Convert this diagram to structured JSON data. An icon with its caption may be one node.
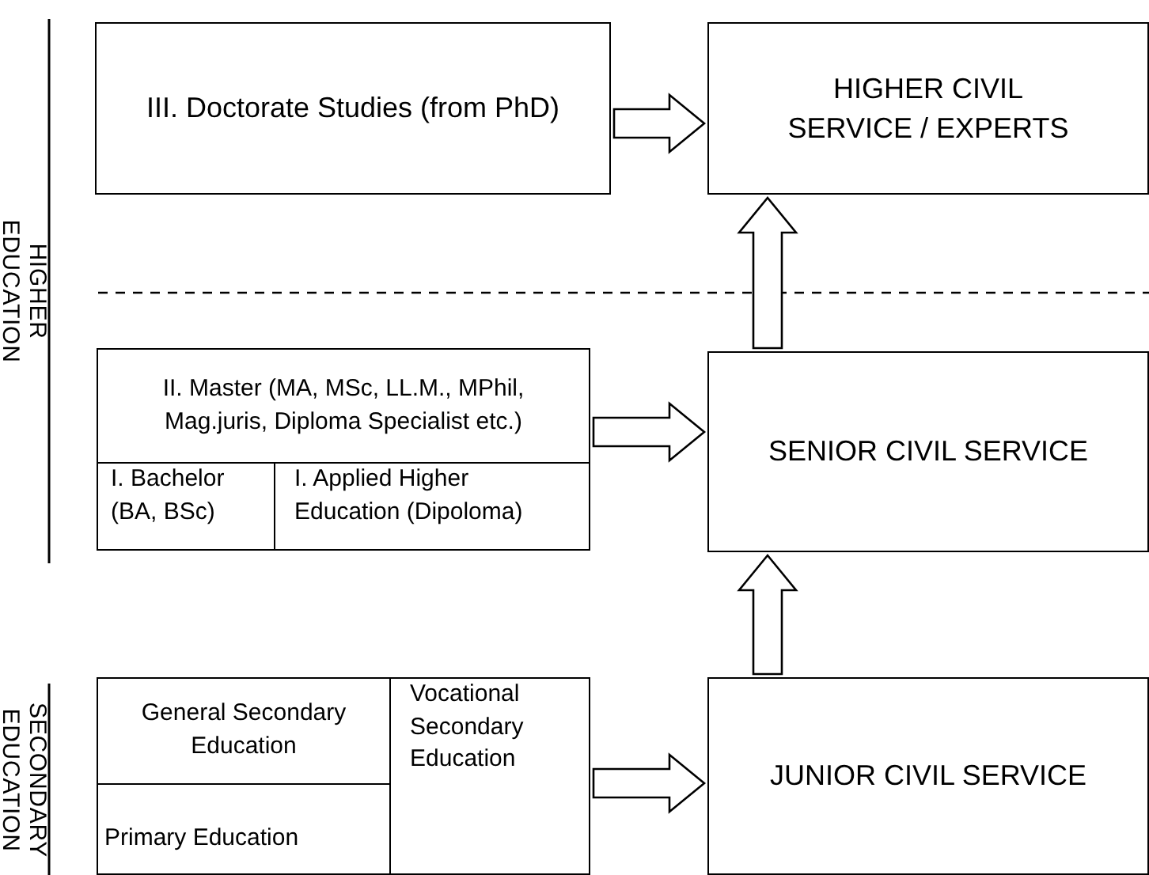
{
  "diagram": {
    "nodes": [
      {
        "text": [
          "III. Doctorate Studies (from PhD)"
        ]
      },
      {
        "text": [
          "HIGHER CIVIL SERVICE / EXPERTS"
        ]
      },
      {
        "text": [
          "II. Master (MA, MSc, LL.M., MPhil, Mag.juris, Diploma Specialist etc.)"
        ]
      },
      {
        "text": [
          "I. Bachelor (BA, BSc)"
        ]
      },
      {
        "text": [
          "I. Applied Higher Education (Dipoloma)"
        ]
      },
      {
        "text": [
          "SENIOR CIVIL SERVICE"
        ]
      },
      {
        "text": [
          "General Secondary Education"
        ]
      },
      {
        "text": [
          "Primary Education"
        ]
      },
      {
        "text": [
          "Vocational Secondary Education"
        ]
      },
      {
        "text": [
          "JUNIOR CIVIL SERVICE"
        ]
      }
    ],
    "edges": [
      {
        "from": 0,
        "to": 1,
        "arrow": "to"
      },
      {
        "from": 2,
        "to": 5,
        "arrow": "to"
      },
      {
        "from": 8,
        "to": 9,
        "arrow": "to"
      },
      {
        "from": 9,
        "to": 5,
        "arrow": "to"
      },
      {
        "from": 5,
        "to": 1,
        "arrow": "to"
      }
    ],
    "labels": [
      "HIGHER EDUCATION",
      "SECONDARY EDUCATION"
    ]
  }
}
